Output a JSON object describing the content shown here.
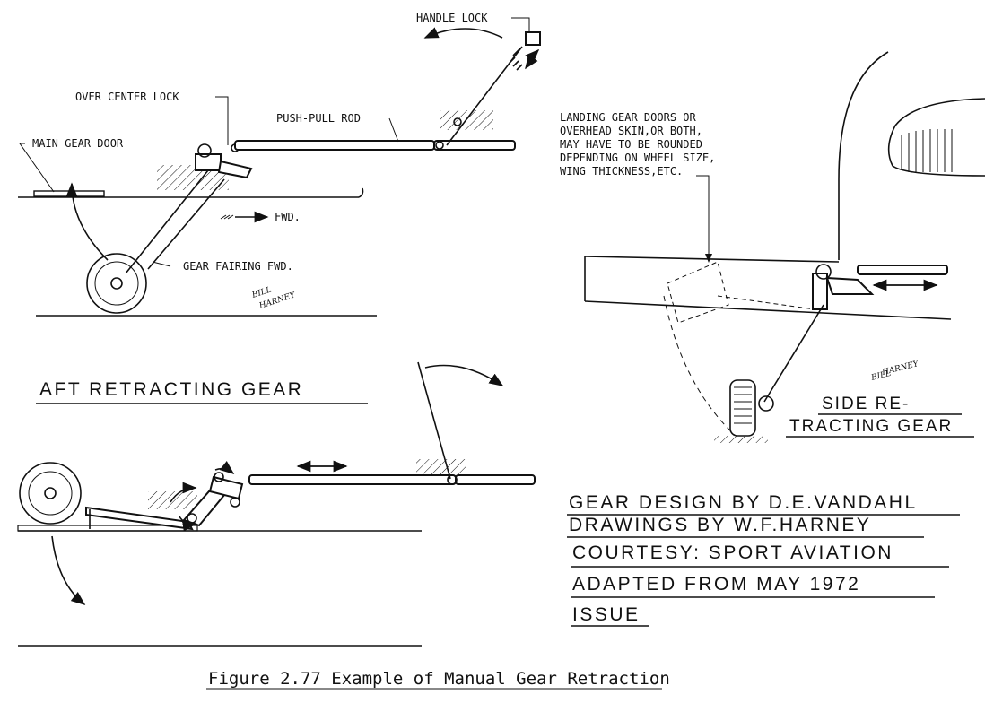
{
  "aft": {
    "title": "AFT RETRACTING GEAR",
    "labels": {
      "handle_lock": "HANDLE LOCK",
      "over_center_lock": "OVER CENTER LOCK",
      "push_pull_rod": "PUSH-PULL ROD",
      "main_gear_door": "MAIN GEAR DOOR",
      "fwd": "FWD.",
      "gear_fairing_fwd": "GEAR FAIRING FWD."
    },
    "signature": [
      "BILL",
      "HARNEY"
    ]
  },
  "side": {
    "title_line1": "SIDE RE-",
    "title_line2": "TRACTING GEAR",
    "note_lines": [
      "LANDING GEAR DOORS OR",
      "OVERHEAD SKIN,OR BOTH,",
      "MAY HAVE TO BE ROUNDED",
      "DEPENDING ON WHEEL SIZE,",
      "WING THICKNESS,ETC."
    ],
    "signature": [
      "BILL",
      "HARNEY"
    ]
  },
  "credits": [
    "GEAR DESIGN BY D.E.VANDAHL",
    "DRAWINGS BY W.F.HARNEY",
    "COURTESY: SPORT AVIATION",
    "ADAPTED FROM MAY 1972",
    "ISSUE"
  ],
  "caption": "Figure 2.77 Example of Manual Gear Retraction"
}
